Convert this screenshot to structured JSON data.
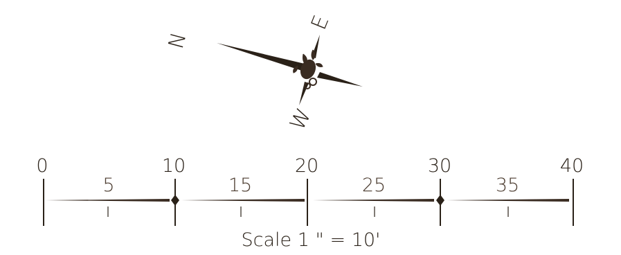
{
  "compass": {
    "north_label": "N",
    "east_label": "E",
    "west_label": "W"
  },
  "scale_bar": {
    "major_labels": [
      "0",
      "10",
      "20",
      "30",
      "40"
    ],
    "minor_labels": [
      "5",
      "15",
      "25",
      "35"
    ],
    "caption": "Scale 1 \" = 10'"
  },
  "colors": {
    "ink": "#2a2118",
    "brown": "#4a3a2e"
  }
}
